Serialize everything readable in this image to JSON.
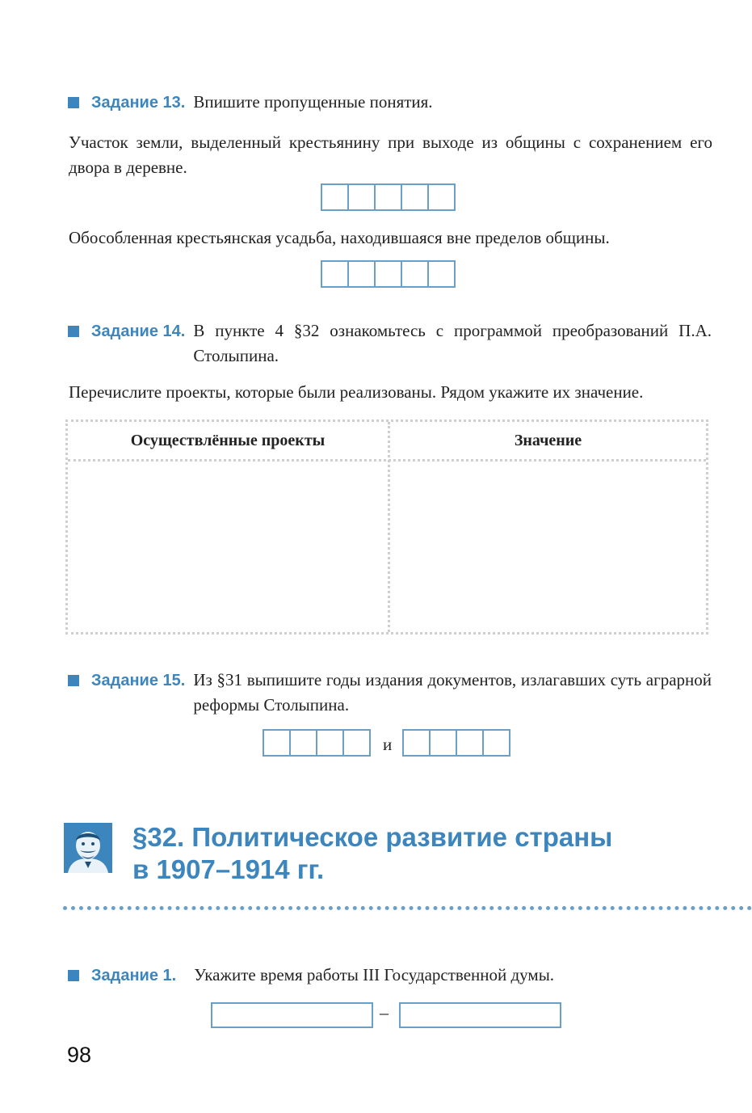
{
  "task13": {
    "label": "Задание 13.",
    "text": "Впишите пропущенные понятия.",
    "q1": "Участок земли, выделенный крестьянину при выходе из общины с сохранением его двора в деревне.",
    "q2": "Обособленная крестьянская усадьба, находившаяся вне пределов общины."
  },
  "task14": {
    "label": "Задание 14.",
    "text": "В пункте 4 §32 ознакомьтесь с программой преобразований П.А. Столыпина.",
    "instruction": "Перечислите проекты, которые были реализованы. Рядом укажите их значение.",
    "table": {
      "col1": "Осуществлённые проекты",
      "col2": "Значение"
    }
  },
  "task15": {
    "label": "Задание 15.",
    "text": "Из §31 выпишите годы издания документов, излагавших суть аграрной реформы Столыпина.",
    "connector": "и"
  },
  "section": {
    "title_line1": "§32. Политическое развитие страны",
    "title_line2": "в 1907–1914 гг."
  },
  "task1": {
    "label": "Задание 1.",
    "text": "Укажите время работы III Государственной думы.",
    "dash": "–"
  },
  "page_number": "98",
  "colors": {
    "accent": "#3d86bd",
    "box_border": "#6a9fc8",
    "table_dots": "#cfcfcf"
  },
  "icons": {
    "section_icon": "stolypin-portrait-icon"
  }
}
